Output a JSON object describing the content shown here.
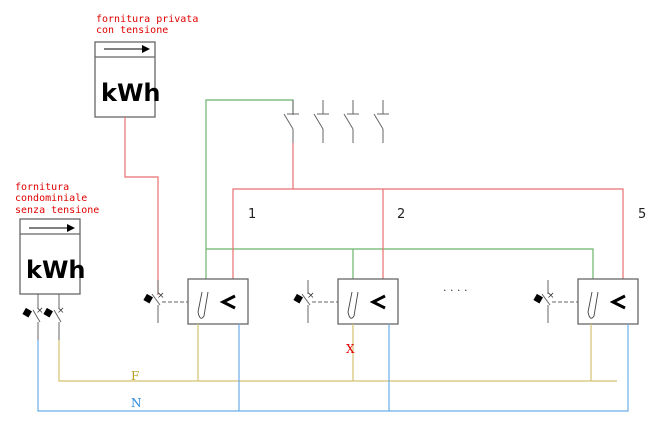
{
  "meters": [
    {
      "id": "meter-private",
      "caption": [
        "fornitura privata",
        "con tensione"
      ],
      "unit": "kWh"
    },
    {
      "id": "meter-condo",
      "caption": [
        "fornitura",
        "condominiale",
        "senza tensione"
      ],
      "unit": "kWh"
    }
  ],
  "circuits": [
    {
      "label": "1"
    },
    {
      "label": "2"
    },
    {
      "label": "5"
    }
  ],
  "ellipsis": "· · · ·",
  "fault_mark": "X",
  "lines": {
    "phase_label": "F",
    "neutral_label": "N"
  },
  "device_symbols": {
    "voltage": "U",
    "less_than": "<"
  },
  "colors": {
    "phase_live": "#e87070",
    "control": "#6cb56c",
    "phase_f": "#d4c070",
    "neutral": "#6aaee8",
    "device": "#666666",
    "label_red": "#e00000",
    "label_f": "#b8a020",
    "label_n": "#2a8ae0"
  }
}
